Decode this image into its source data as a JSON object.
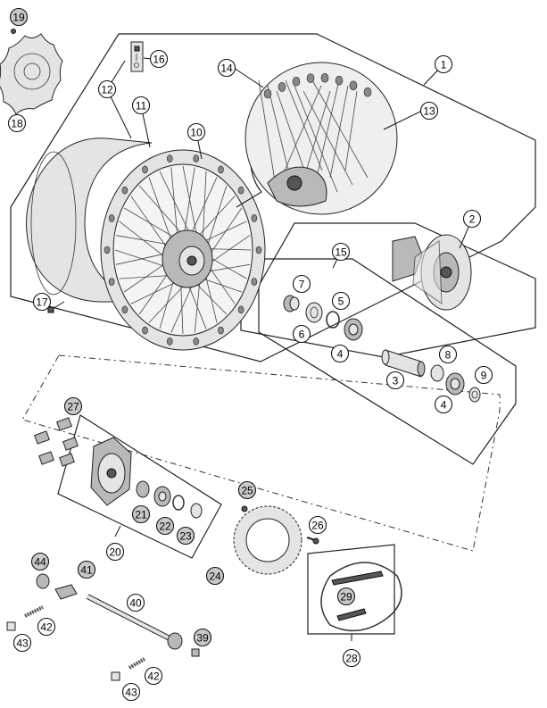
{
  "callouts": [
    {
      "id": "c1",
      "label": "1",
      "gray": false
    },
    {
      "id": "c2",
      "label": "2",
      "gray": false
    },
    {
      "id": "c3",
      "label": "3",
      "gray": false
    },
    {
      "id": "c4a",
      "label": "4",
      "gray": false
    },
    {
      "id": "c4b",
      "label": "4",
      "gray": false
    },
    {
      "id": "c5",
      "label": "5",
      "gray": false
    },
    {
      "id": "c6",
      "label": "6",
      "gray": false
    },
    {
      "id": "c7",
      "label": "7",
      "gray": false
    },
    {
      "id": "c8",
      "label": "8",
      "gray": false
    },
    {
      "id": "c9",
      "label": "9",
      "gray": false
    },
    {
      "id": "c10",
      "label": "10",
      "gray": false
    },
    {
      "id": "c11",
      "label": "11",
      "gray": false
    },
    {
      "id": "c12",
      "label": "12",
      "gray": false
    },
    {
      "id": "c13",
      "label": "13",
      "gray": false
    },
    {
      "id": "c14",
      "label": "14",
      "gray": false
    },
    {
      "id": "c15",
      "label": "15",
      "gray": false
    },
    {
      "id": "c16",
      "label": "16",
      "gray": false
    },
    {
      "id": "c17",
      "label": "17",
      "gray": false
    },
    {
      "id": "c18",
      "label": "18",
      "gray": false
    },
    {
      "id": "c19",
      "label": "19",
      "gray": true
    },
    {
      "id": "c20",
      "label": "20",
      "gray": false
    },
    {
      "id": "c21",
      "label": "21",
      "gray": true
    },
    {
      "id": "c22",
      "label": "22",
      "gray": true
    },
    {
      "id": "c23",
      "label": "23",
      "gray": true
    },
    {
      "id": "c24",
      "label": "24",
      "gray": true
    },
    {
      "id": "c25",
      "label": "25",
      "gray": true
    },
    {
      "id": "c26",
      "label": "26",
      "gray": false
    },
    {
      "id": "c27",
      "label": "27",
      "gray": true
    },
    {
      "id": "c28",
      "label": "28",
      "gray": false
    },
    {
      "id": "c29",
      "label": "29",
      "gray": true
    },
    {
      "id": "c39",
      "label": "39",
      "gray": true
    },
    {
      "id": "c40",
      "label": "40",
      "gray": false
    },
    {
      "id": "c41",
      "label": "41",
      "gray": true
    },
    {
      "id": "c42a",
      "label": "42",
      "gray": false
    },
    {
      "id": "c42b",
      "label": "42",
      "gray": false
    },
    {
      "id": "c43a",
      "label": "43",
      "gray": false
    },
    {
      "id": "c43b",
      "label": "43",
      "gray": false
    },
    {
      "id": "c44",
      "label": "44",
      "gray": true
    }
  ]
}
